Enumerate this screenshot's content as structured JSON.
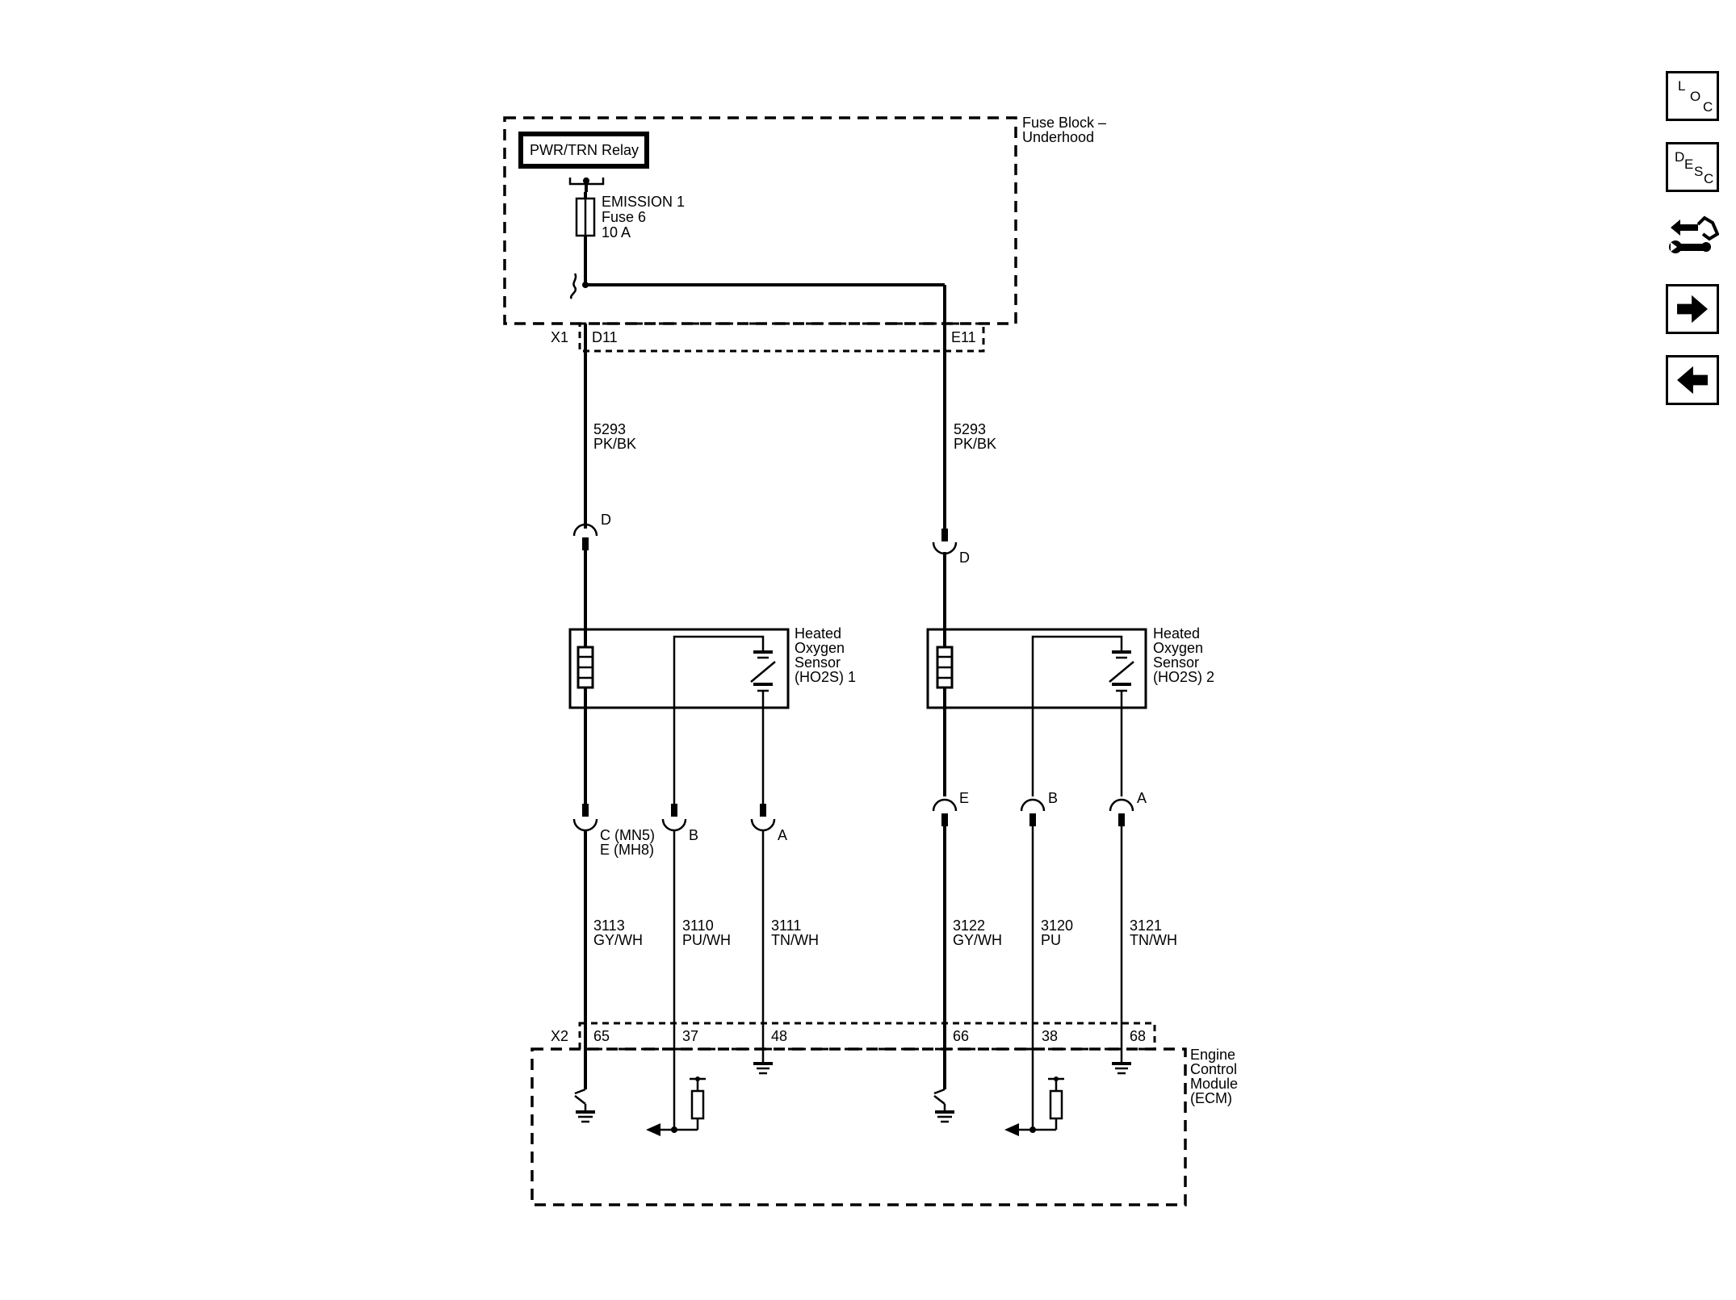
{
  "fuse_block": {
    "title_line1": "Fuse Block –",
    "title_line2": "Underhood",
    "relay_label": "PWR/TRN Relay",
    "fuse_name": "EMISSION 1",
    "fuse_number": "Fuse 6",
    "fuse_rating": "10 A",
    "connector": "X1",
    "pin_left": "D11",
    "pin_right": "E11"
  },
  "feed_wires": [
    {
      "circuit": "5293",
      "color": "PK/BK"
    },
    {
      "circuit": "5293",
      "color": "PK/BK"
    }
  ],
  "sensor_connectors_top": [
    "D",
    "D"
  ],
  "sensors": [
    {
      "l1": "Heated",
      "l2": "Oxygen",
      "l3": "Sensor",
      "l4": "(HO2S) 1"
    },
    {
      "l1": "Heated",
      "l2": "Oxygen",
      "l3": "Sensor",
      "l4": "(HO2S) 2"
    }
  ],
  "sensor1_pins": {
    "heater_line1": "C (MN5)",
    "heater_line2": "E (MH8)",
    "signal": "B",
    "low": "A"
  },
  "sensor2_pins": {
    "heater": "E",
    "signal": "B",
    "low": "A"
  },
  "signal_wires": [
    {
      "circuit": "3113",
      "color": "GY/WH"
    },
    {
      "circuit": "3110",
      "color": "PU/WH"
    },
    {
      "circuit": "3111",
      "color": "TN/WH"
    },
    {
      "circuit": "3122",
      "color": "GY/WH"
    },
    {
      "circuit": "3120",
      "color": "PU"
    },
    {
      "circuit": "3121",
      "color": "TN/WH"
    }
  ],
  "ecm": {
    "l1": "Engine",
    "l2": "Control",
    "l3": "Module",
    "l4": "(ECM)",
    "connector": "X2",
    "pins": [
      "65",
      "37",
      "48",
      "66",
      "38",
      "68"
    ]
  },
  "nav": {
    "loc": {
      "c1": "L",
      "c2": "O",
      "c3": "C"
    },
    "desc": {
      "c1": "D",
      "c2": "E",
      "c3": "S",
      "c4": "C"
    },
    "icons": [
      "connector-wrench-icon",
      "arrow-right-icon",
      "arrow-left-icon"
    ]
  }
}
